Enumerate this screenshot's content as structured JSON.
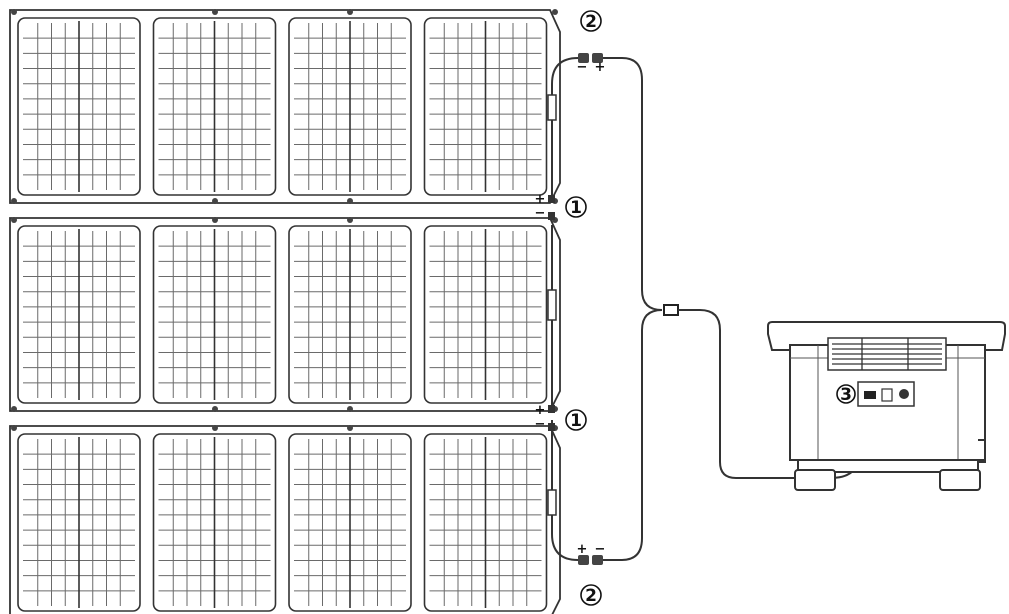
{
  "callouts": {
    "top_connector": "2",
    "upper_link": "1",
    "lower_link": "1",
    "bottom_connector": "2",
    "station_port": "3"
  },
  "polarity": {
    "top_minus": "−",
    "top_plus": "+",
    "upper_plus": "+",
    "upper_minus": "−",
    "lower_plus": "+",
    "lower_minus": "−",
    "bottom_plus": "+",
    "bottom_minus": "−"
  },
  "panel_layout": {
    "rows": 3,
    "panels_per_row": 4
  },
  "colors": {
    "line": "#333333",
    "grid": "#6a6a6a",
    "background": "#ffffff"
  }
}
